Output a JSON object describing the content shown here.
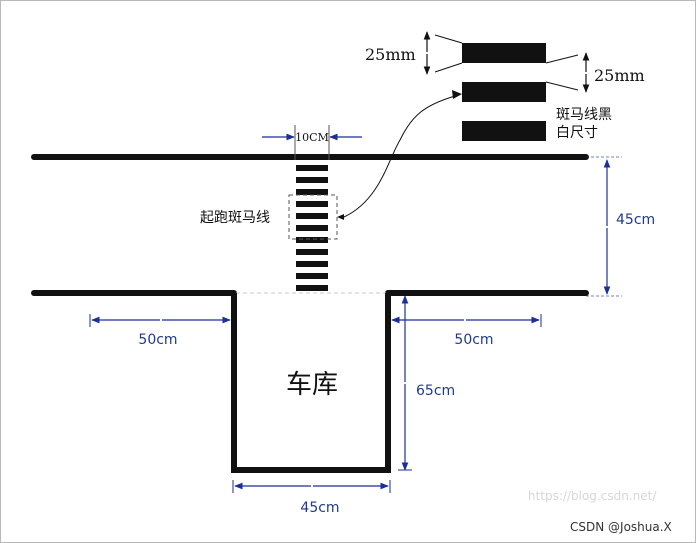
{
  "labels": {
    "garage": "车库",
    "start_crosswalk": "起跑斑马线",
    "crosswalk_size_line1": "斑马线黑",
    "crosswalk_size_line2": "白尺寸",
    "stripe_width": "10CM"
  },
  "dimensions": {
    "stripe_thickness_top": "25mm",
    "stripe_gap_right": "25mm",
    "road_width": "45cm",
    "left_offset": "50cm",
    "right_offset": "50cm",
    "garage_depth": "65cm",
    "garage_width": "45cm"
  },
  "watermark": "https://blog.csdn.net/",
  "credit": "CSDN @Joshua.X",
  "colors": {
    "dimension": "#1a2f99",
    "track": "#111111"
  }
}
